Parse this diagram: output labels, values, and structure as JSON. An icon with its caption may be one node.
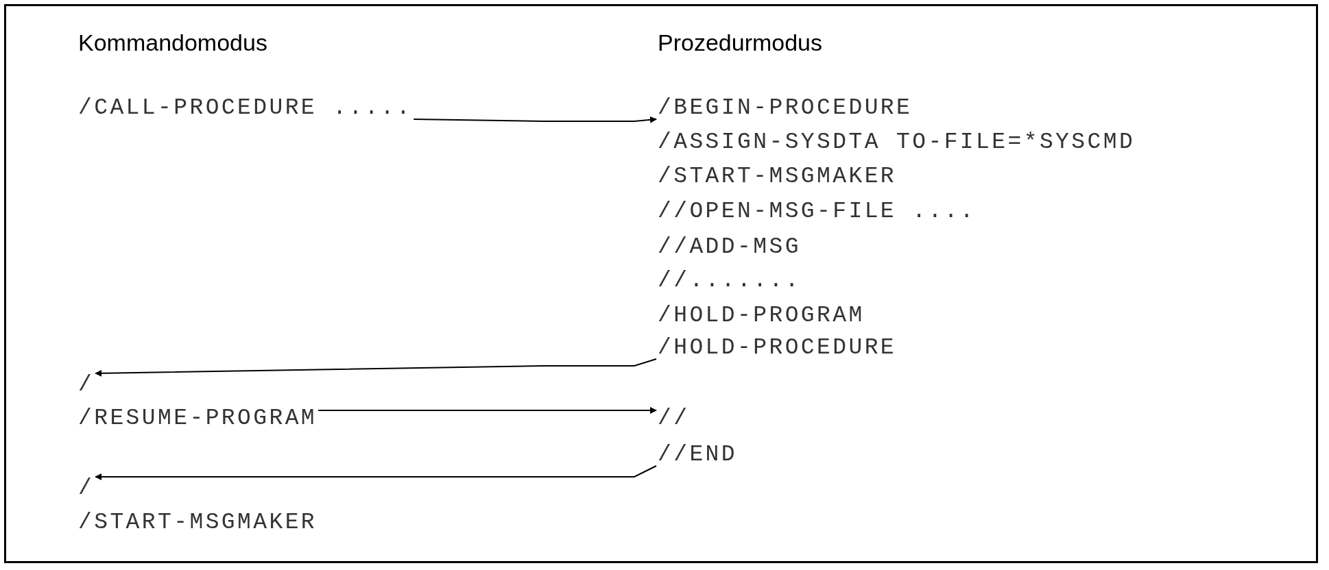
{
  "diagram": {
    "nodes": [
      {
        "text": [
          "/CALL-PROCEDURE ....."
        ]
      },
      {
        "text": [
          "/BEGIN-PROCEDURE"
        ]
      },
      {
        "text": [
          "/HOLD-PROCEDURE"
        ]
      },
      {
        "text": [
          "/"
        ]
      },
      {
        "text": [
          "/RESUME-PROGRAM"
        ]
      },
      {
        "text": [
          "//"
        ]
      },
      {
        "text": [
          "//END"
        ]
      },
      {
        "text": [
          "/"
        ]
      }
    ],
    "edges": [
      {
        "from": 0,
        "to": 1,
        "arrow": "to"
      },
      {
        "from": 2,
        "to": 3,
        "arrow": "to"
      },
      {
        "from": 4,
        "to": 5,
        "arrow": "to"
      },
      {
        "from": 6,
        "to": 7,
        "arrow": "to"
      }
    ],
    "labels": [
      "Kommandomodus",
      "Prozedurmodus",
      "/ASSIGN-SYSDTA TO-FILE=*SYSCMD",
      "/START-MSGMAKER",
      "//OPEN-MSG-FILE ....",
      "//ADD-MSG",
      "//.......",
      "/HOLD-PROGRAM",
      "/START-MSGMAKER"
    ]
  }
}
